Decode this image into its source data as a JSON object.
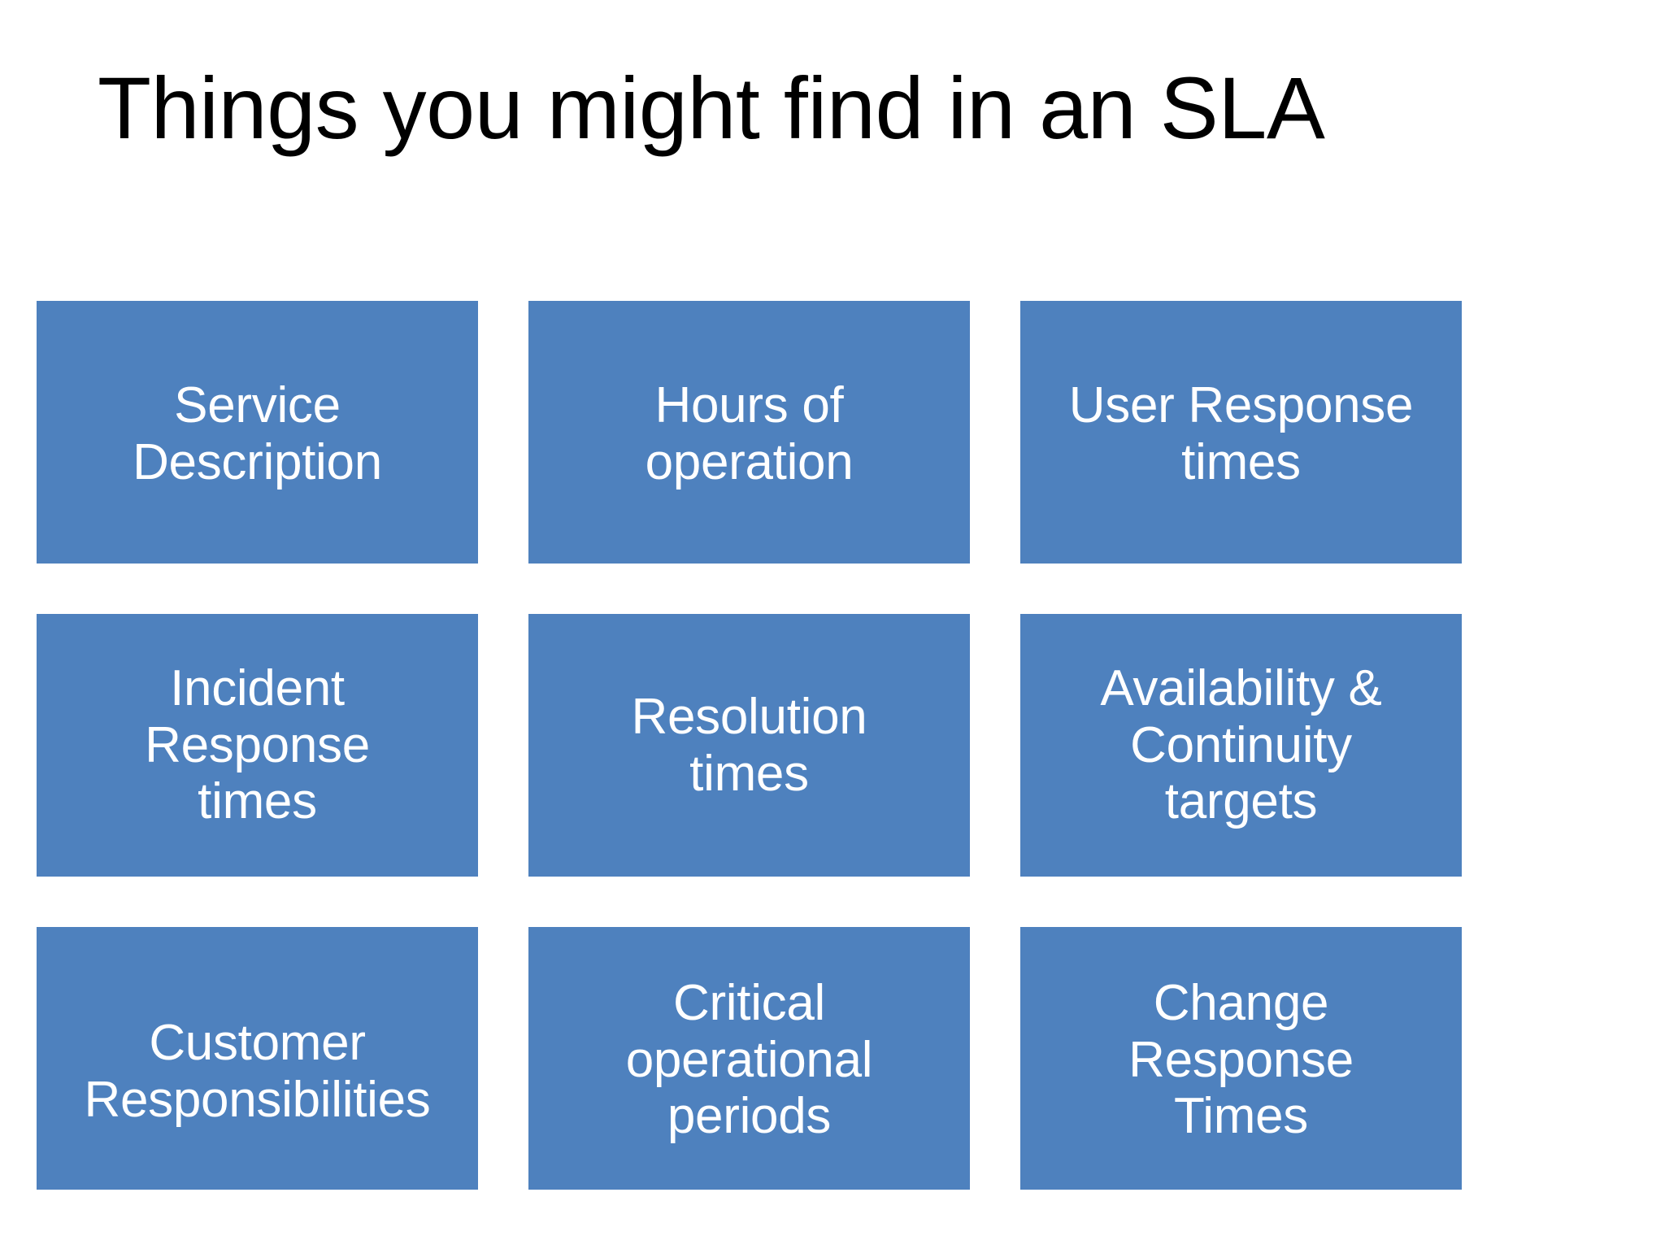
{
  "slide": {
    "title": "Things you might find in an SLA",
    "background_color": "#FFFFFF",
    "title_color": "#000000",
    "box_fill_color": "#4E81BE",
    "box_text_color": "#FFFFFF",
    "grid": {
      "rows": 3,
      "columns": 3
    }
  },
  "cards": [
    {
      "id": "service-description",
      "label": "Service\nDescription",
      "row": 1,
      "column": 1
    },
    {
      "id": "hours-of-operation",
      "label": "Hours of\noperation",
      "row": 1,
      "column": 2
    },
    {
      "id": "user-response-times",
      "label": "User Response\ntimes",
      "row": 1,
      "column": 3
    },
    {
      "id": "incident-response-times",
      "label": "Incident\nResponse\ntimes",
      "row": 2,
      "column": 1
    },
    {
      "id": "resolution-times",
      "label": "Resolution\ntimes",
      "row": 2,
      "column": 2
    },
    {
      "id": "availability-continuity",
      "label": "Availability &\nContinuity\ntargets",
      "row": 2,
      "column": 3
    },
    {
      "id": "customer-responsibilities",
      "label": "Customer\nResponsibilities",
      "row": 3,
      "column": 1
    },
    {
      "id": "critical-operational",
      "label": "Critical\noperational\nperiods",
      "row": 3,
      "column": 2
    },
    {
      "id": "change-response-times",
      "label": "Change\nResponse\nTimes",
      "row": 3,
      "column": 3
    }
  ]
}
